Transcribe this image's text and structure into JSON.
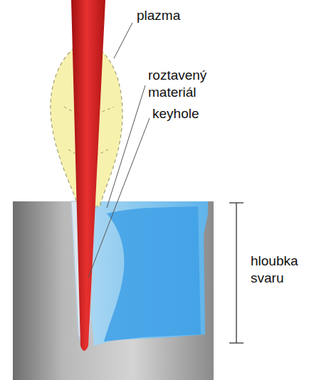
{
  "diagram": {
    "labels": [
      "plazma",
      "roztavený materiál",
      "keyhole",
      "hloubka svaru"
    ]
  }
}
